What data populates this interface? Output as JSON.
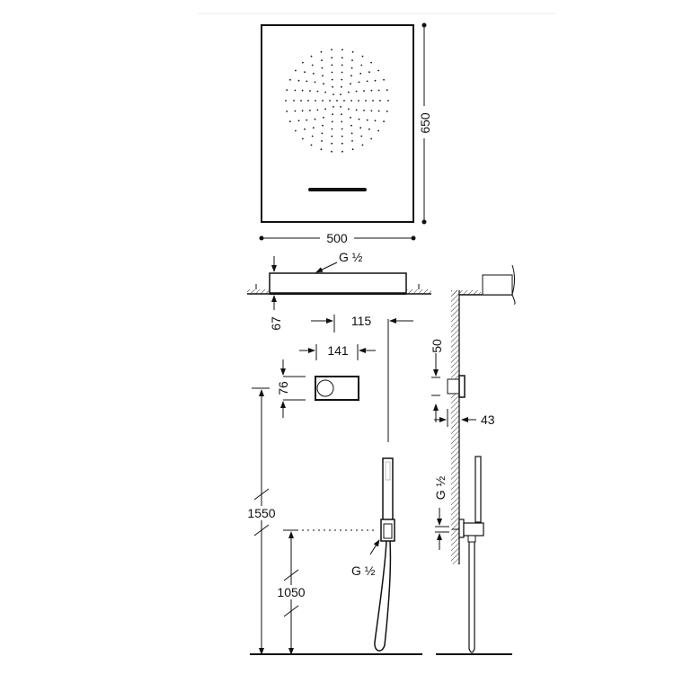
{
  "drawing": {
    "type": "technical-dimension-drawing",
    "subject": "concealed shower set: rectangular overhead shower, mixer control plate, hand shower with wall outlet"
  },
  "dimensions": {
    "shower_head_height": "650",
    "shower_head_width": "500",
    "shower_head_depth": "67",
    "shower_inlet_thread": "G ½",
    "control_offset": "115",
    "control_plate_width": "141",
    "control_plate_height": "76",
    "wall_projection_top": "50",
    "wall_projection": "43",
    "control_height_from_floor": "1550",
    "outlet_height_from_floor": "1050",
    "outlet_thread_front": "G ½",
    "outlet_thread_side": "G ½"
  },
  "colors": {
    "line": "#111111",
    "border": "#e8e8e8",
    "background": "#ffffff"
  }
}
